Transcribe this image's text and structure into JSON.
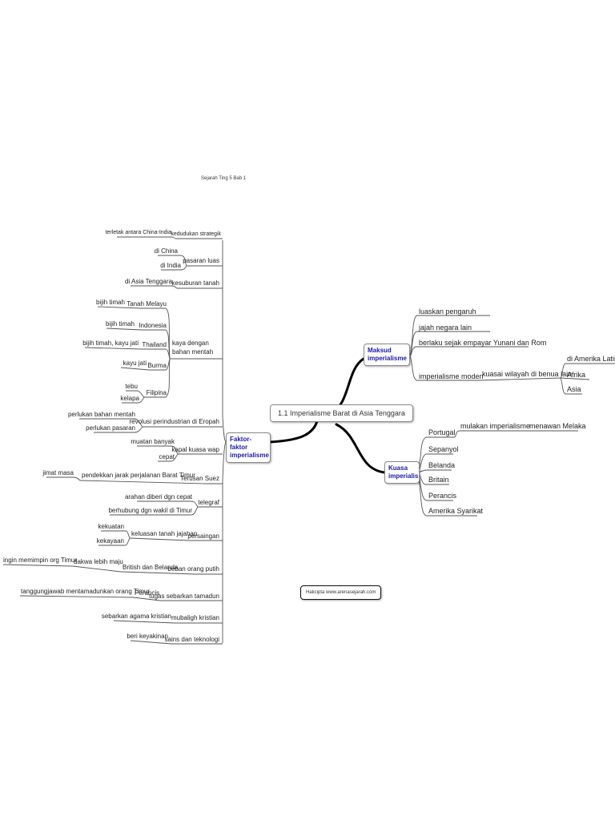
{
  "page": {
    "header": "Sejarah Ting 5 Bab 1"
  },
  "central_topic": "1.1 Imperialisme Barat di Asia Tenggara",
  "copyright": "Hakcipta www.arenasejarah.com",
  "maksud": {
    "title": "Maksud imperialisme",
    "items": [
      "luaskan pengaruh",
      "jajah negara lain",
      "berlaku sejak empayar Yunani dan Rom",
      "imperialisme moden"
    ],
    "moden": {
      "child": "kuasai wilayah di benua lain",
      "regions": [
        "di Amerika Latin",
        "Afrika",
        "Asia"
      ]
    }
  },
  "kuasa": {
    "title": "Kuasa imperialis",
    "items": [
      "Portugal",
      "Sepanyol",
      "Belanda",
      "Britain",
      "Perancis",
      "Amerika Syarikat"
    ],
    "portugal": {
      "child": "mulakan imperialisme",
      "grandchild": "menawan Melaka"
    }
  },
  "faktor": {
    "title": "Faktor-faktor imperialisme",
    "kedudukan": {
      "label": "kedudukan strategik",
      "child": "terletak antara China-India"
    },
    "pasaran": {
      "label": "pasaran luas",
      "children": [
        "di China",
        "di India"
      ]
    },
    "kesuburan": {
      "label": "kesuburan tanah",
      "child": "di Asia Tenggara"
    },
    "kaya": {
      "label": "kaya dengan bahan mentah",
      "countries": [
        {
          "name": "Tanah Melayu",
          "children": [
            "bijih timah"
          ]
        },
        {
          "name": "Indonesia",
          "children": [
            "bijih timah"
          ]
        },
        {
          "name": "Thailand",
          "children": [
            "bijih timah, kayu jati"
          ]
        },
        {
          "name": "Burma",
          "children": [
            "kayu jati"
          ]
        },
        {
          "name": "Filipina",
          "children": [
            "tebu",
            "kelapa"
          ]
        }
      ]
    },
    "revolusi": {
      "label": "revolusi perindustrian di Eropah",
      "children": [
        "perlukan bahan mentah",
        "perlukan pasaran"
      ]
    },
    "kapal": {
      "label": "kapal kuasa wap",
      "children": [
        "muatan banyak",
        "cepat"
      ]
    },
    "suez": {
      "label": "Terusan Suez",
      "child": "pendekkan jarak perjalanan Barat Timur",
      "grandchild": "jimat masa"
    },
    "telegraf": {
      "label": "telegraf",
      "children": [
        "arahan diberi dgn cepat",
        "berhubung dgn wakil di Timur"
      ]
    },
    "persaingan": {
      "label": "persaingan",
      "child": "keluasan tanah jajahan",
      "grandchildren": [
        "kekuatan",
        "kekayaan"
      ]
    },
    "beban": {
      "label": "beban orang putih",
      "child": "British dan Belanda",
      "grandchild": "dakwa lebih maju",
      "great": "ingin memimpin org Timur"
    },
    "tugas": {
      "label": "tugas sebarkan tamadun",
      "child": "Perancis",
      "grandchild": "tanggungjawab mentamadunkan orang Timur"
    },
    "mubaligh": {
      "label": "mubaligh kristian",
      "child": "sebarkan agama kristian"
    },
    "sains": {
      "label": "sains dan teknologi",
      "child": "beri keyakinan"
    }
  }
}
